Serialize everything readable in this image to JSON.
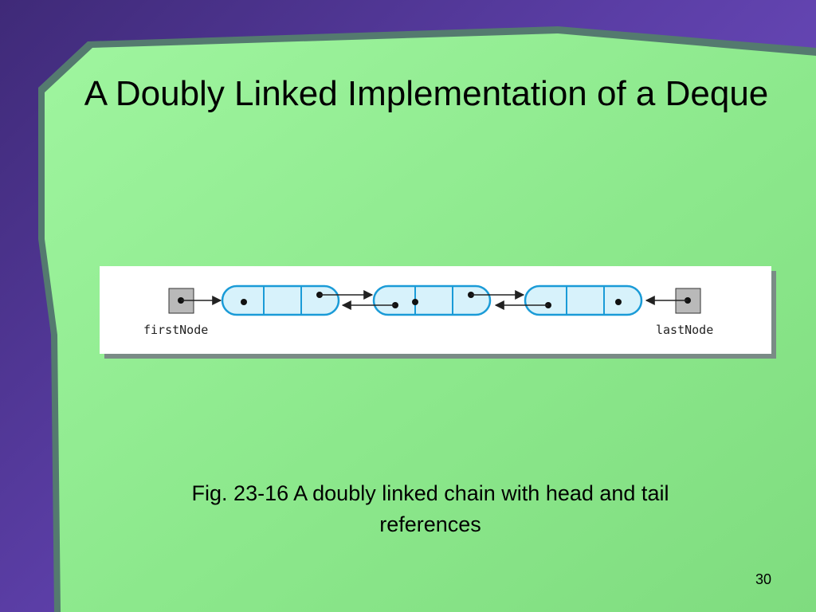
{
  "slide": {
    "title": "A Doubly Linked Implementation of a Deque",
    "caption": "Fig. 23-16 A doubly linked chain with head and tail references",
    "page_number": "30"
  },
  "diagram": {
    "first_label": "firstNode",
    "last_label": "lastNode",
    "node_count": 3
  },
  "colors": {
    "slide_green": "#8ff08f",
    "background_purple": "#5b3ea6",
    "node_fill": "#d7f2fb",
    "node_stroke": "#1a9bd7",
    "reference_box": "#b9b9b9"
  }
}
